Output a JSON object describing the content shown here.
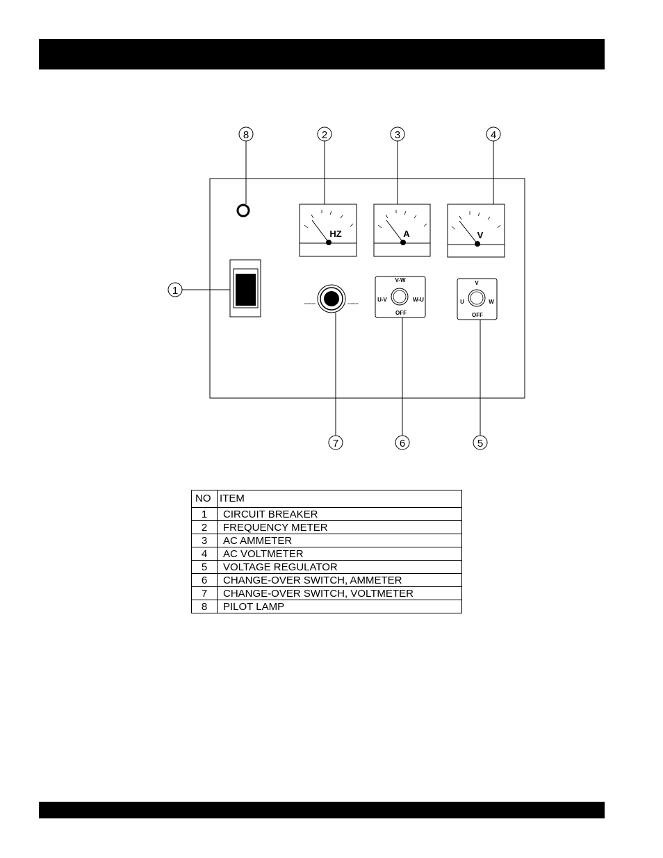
{
  "header_bar": "",
  "footer_bar": "",
  "diagram": {
    "callouts": [
      "1",
      "2",
      "3",
      "4",
      "5",
      "6",
      "7",
      "8"
    ],
    "meters": {
      "frequency": "HZ",
      "ammeter": "A",
      "voltmeter": "V"
    },
    "ammeter_switch": {
      "top": "V-W",
      "left": "U-V",
      "right": "W-U",
      "bottom": "OFF"
    },
    "voltmeter_switch": {
      "top": "V",
      "left": "U",
      "right": "W",
      "bottom": "OFF"
    },
    "regulator_labels": [
      "DECREASE",
      "INCREASE"
    ]
  },
  "table": {
    "headers": [
      "NO",
      "ITEM"
    ],
    "rows": [
      {
        "no": "1",
        "item": "CIRCUIT BREAKER"
      },
      {
        "no": "2",
        "item": "FREQUENCY METER"
      },
      {
        "no": "3",
        "item": "AC AMMETER"
      },
      {
        "no": "4",
        "item": "AC VOLTMETER"
      },
      {
        "no": "5",
        "item": "VOLTAGE REGULATOR"
      },
      {
        "no": "6",
        "item": "CHANGE-OVER SWITCH, AMMETER"
      },
      {
        "no": "7",
        "item": "CHANGE-OVER SWITCH, VOLTMETER"
      },
      {
        "no": "8",
        "item": "PILOT LAMP"
      }
    ]
  }
}
